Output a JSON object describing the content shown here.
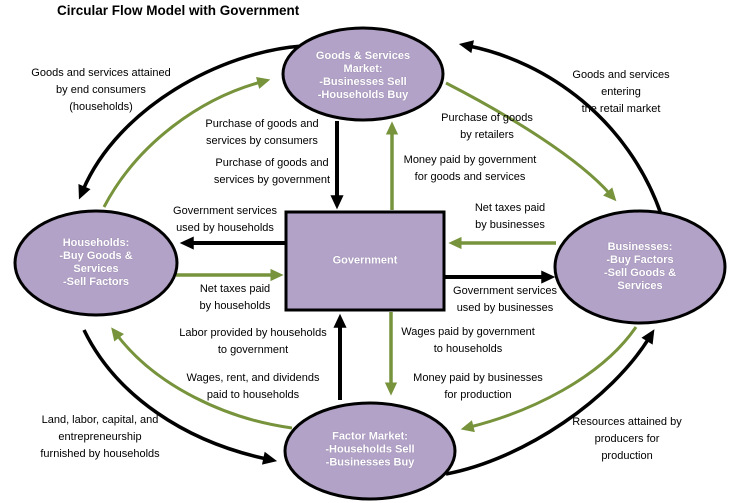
{
  "title": "Circular Flow Model with Government",
  "colors": {
    "node_fill": "#B2A2C7",
    "node_border": "#000000",
    "black_arrow": "#000000",
    "green_arrow": "#77933C",
    "node_text": "#FFFFFF",
    "label_text": "#000000",
    "background": "#FFFFFF"
  },
  "nodes": {
    "goods_services_market": "Goods & Services\nMarket:\n-Businesses Sell\n-Households Buy",
    "households": "Households:\n-Buy Goods &\nServices\n-Sell Factors",
    "government": "Government",
    "businesses": "Businesses:\n-Buy Factors\n-Sell Goods &\nServices",
    "factor_market": "Factor Market:\n-Households Sell\n-Businesses Buy"
  },
  "flows": {
    "goods_attained": "Goods and services attained\nby end consumers\n(households)",
    "purchase_consumers": "Purchase of goods and\nservices by consumers",
    "purchase_government": "Purchase of goods and\nservices by government",
    "goods_entering": "Goods and services entering\nthe retail market",
    "purchase_retailers": "Purchase of goods\nby retailers",
    "money_government": "Money paid by government\nfor goods and services",
    "gov_services_households": "Government services\nused by households",
    "net_taxes_households": "Net taxes paid\nby households",
    "net_taxes_businesses": "Net taxes paid\nby businesses",
    "gov_services_businesses": "Government services\nused by businesses",
    "labor_provided": "Labor provided by households\nto government",
    "wages_rent": "Wages, rent, and dividends\npaid to households",
    "wages_government": "Wages paid by government\nto households",
    "money_businesses": "Money paid by businesses\nfor production",
    "land_labor": "Land, labor, capital, and\nentrepreneurship\nfurnished by households",
    "resources": "Resources attained by\nproducers for production"
  }
}
